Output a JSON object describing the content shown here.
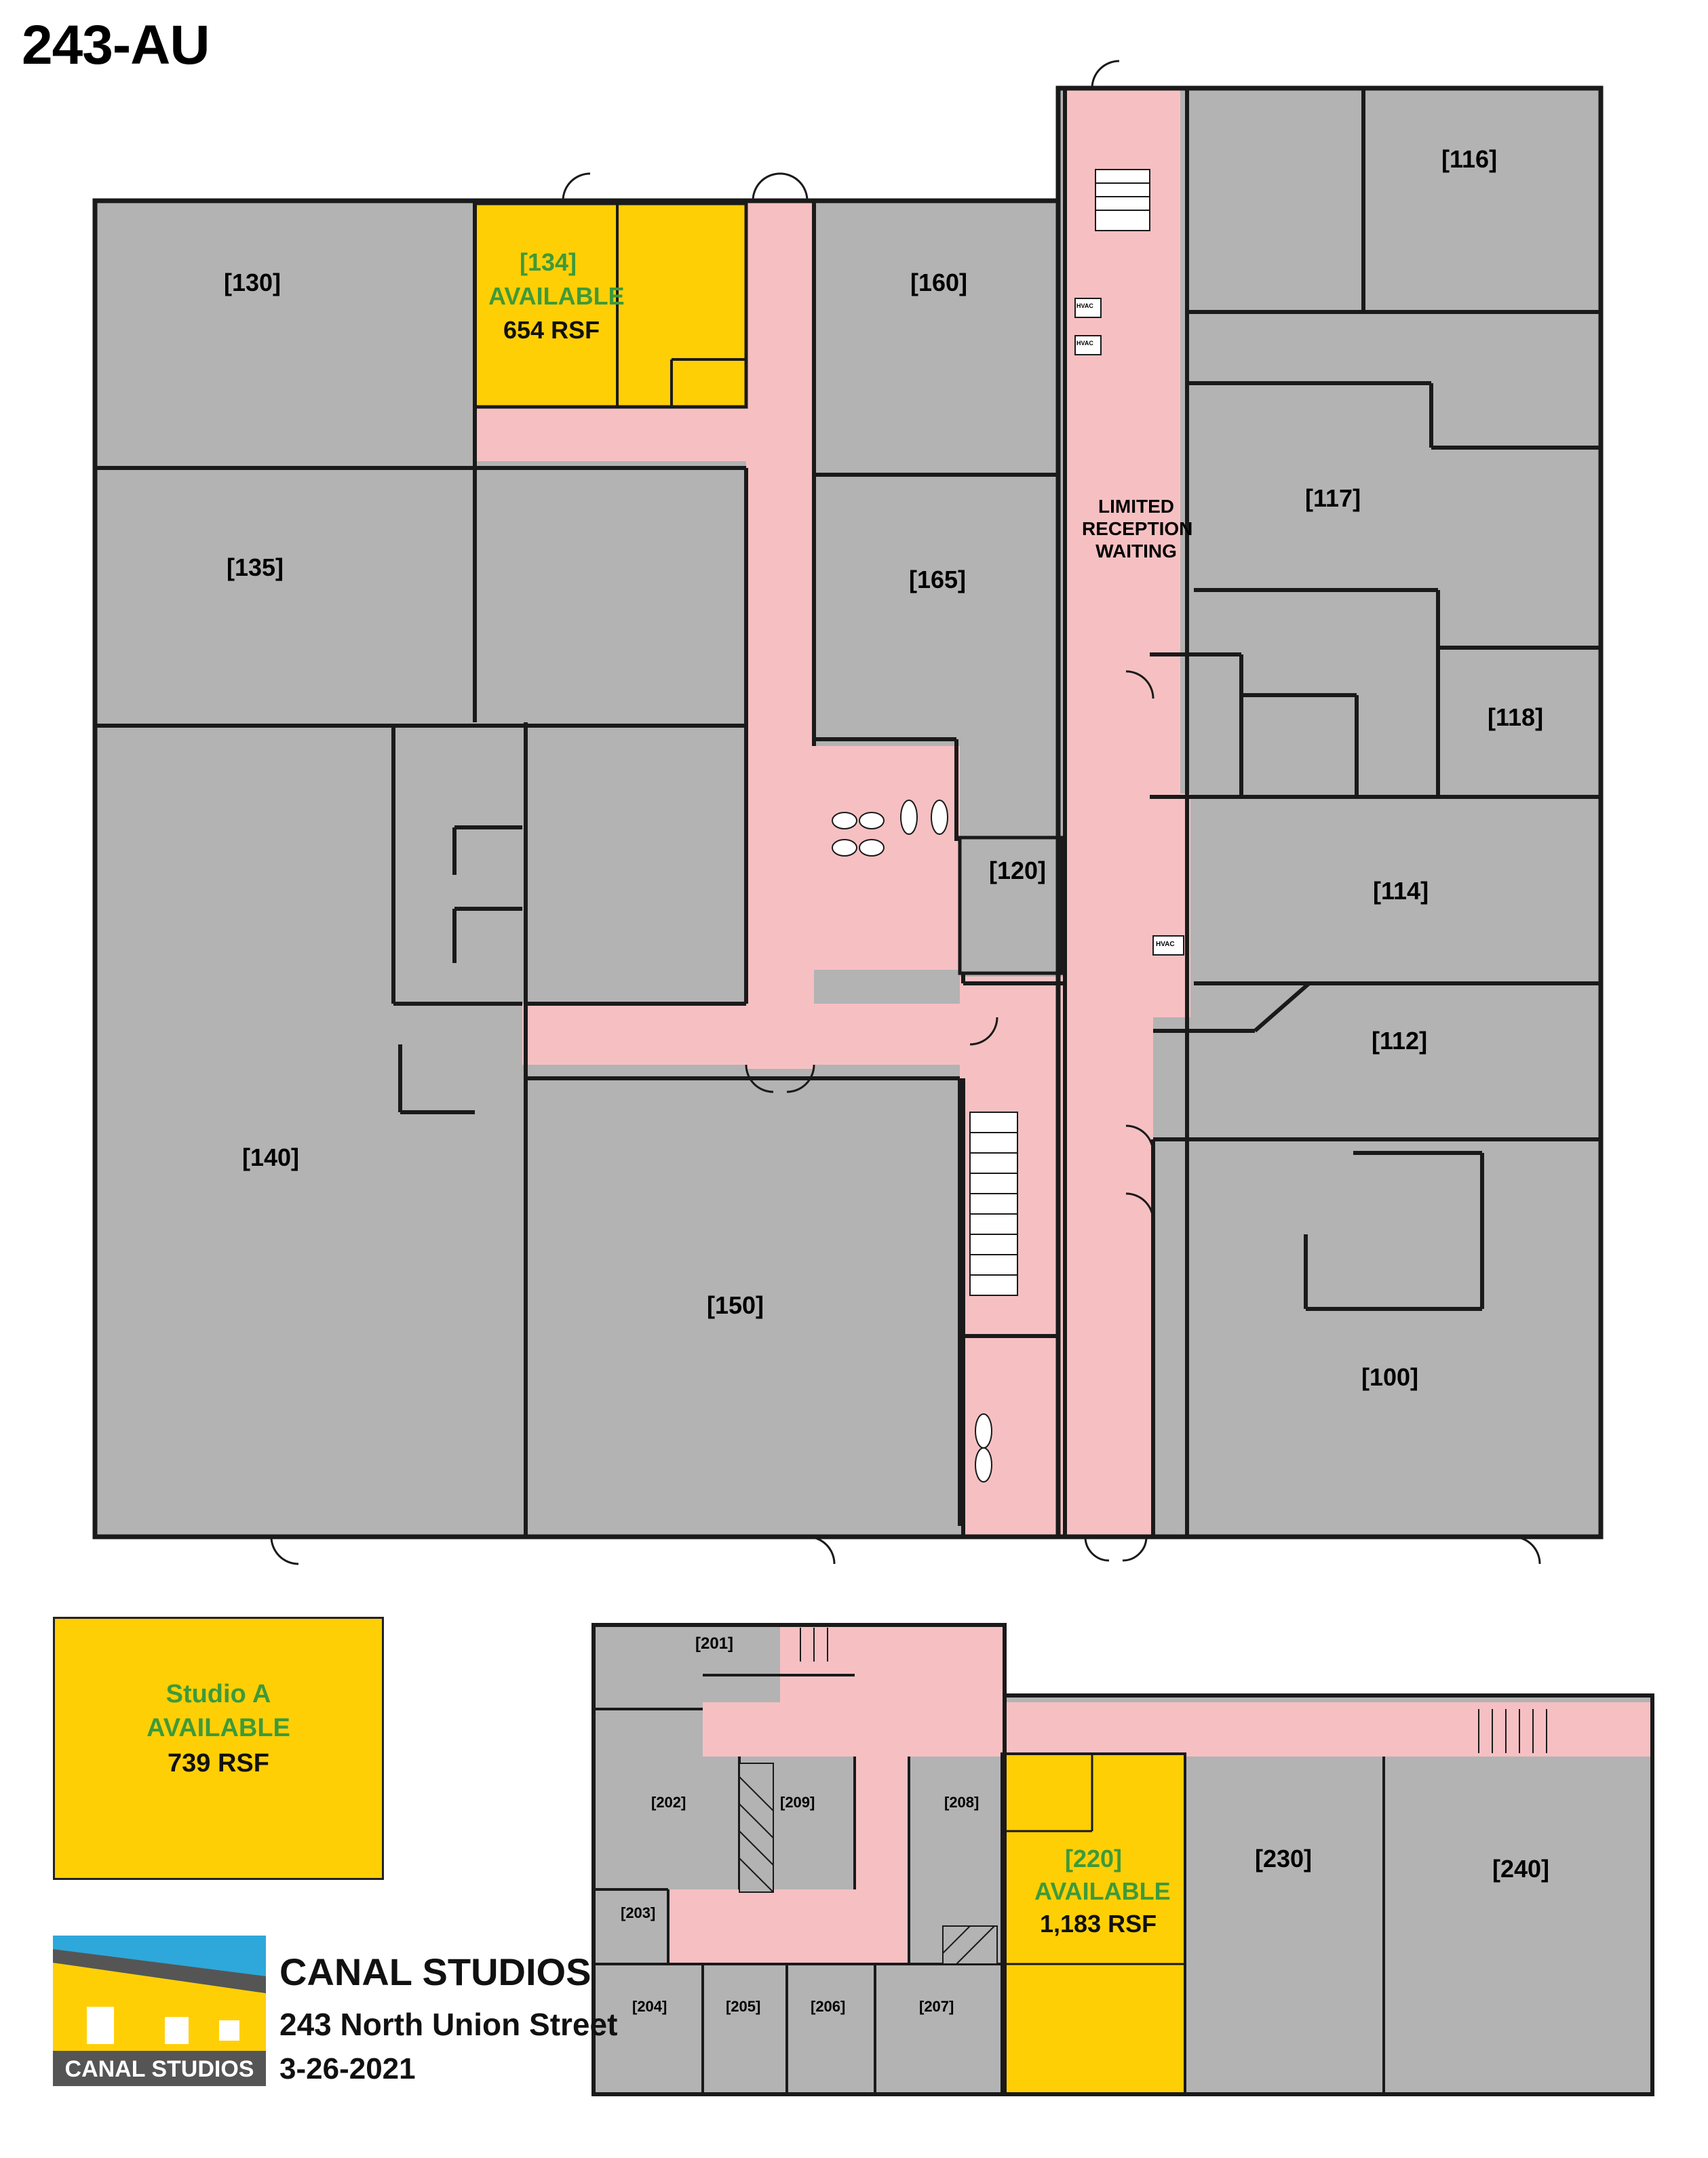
{
  "page": {
    "title": "243-AU"
  },
  "colors": {
    "room_fill": "#B3B3B3",
    "wall": "#1a1a1a",
    "corridor": "#F6C0C2",
    "available": "#FFCF06",
    "available_text": "#3D9A3A",
    "logo_sky": "#2EA8DA",
    "logo_dark": "#555555"
  },
  "ground_floor": {
    "rooms": [
      {
        "id": "r130",
        "label": "[130]"
      },
      {
        "id": "r160",
        "label": "[160]"
      },
      {
        "id": "r116",
        "label": "[116]"
      },
      {
        "id": "r135",
        "label": "[135]"
      },
      {
        "id": "r165",
        "label": "[165]"
      },
      {
        "id": "r117",
        "label": "[117]"
      },
      {
        "id": "r118",
        "label": "[118]"
      },
      {
        "id": "r120",
        "label": "[120]"
      },
      {
        "id": "r114",
        "label": "[114]"
      },
      {
        "id": "r112",
        "label": "[112]"
      },
      {
        "id": "r140",
        "label": "[140]"
      },
      {
        "id": "r150",
        "label": "[150]"
      },
      {
        "id": "r100",
        "label": "[100]"
      }
    ],
    "available_suite": {
      "number": "[134]",
      "status": "AVAILABLE",
      "size": "654 RSF"
    },
    "reception": {
      "line1": "LIMITED",
      "line2": "RECEPTION",
      "line3": "WAITING"
    },
    "hvac_labels": [
      "HVAC",
      "HVAC",
      "HVAC"
    ]
  },
  "studio_a": {
    "name": "Studio A",
    "status": "AVAILABLE",
    "size": "739 RSF"
  },
  "second_floor": {
    "rooms": [
      {
        "id": "r201",
        "label": "[201]"
      },
      {
        "id": "r202",
        "label": "[202]"
      },
      {
        "id": "r209",
        "label": "[209]"
      },
      {
        "id": "r208",
        "label": "[208]"
      },
      {
        "id": "r203",
        "label": "[203]"
      },
      {
        "id": "r204",
        "label": "[204]"
      },
      {
        "id": "r205",
        "label": "[205]"
      },
      {
        "id": "r206",
        "label": "[206]"
      },
      {
        "id": "r207",
        "label": "[207]"
      },
      {
        "id": "r230",
        "label": "[230]"
      },
      {
        "id": "r240",
        "label": "[240]"
      }
    ],
    "available_suite": {
      "number": "[220]",
      "status": "AVAILABLE",
      "size": "1,183 RSF"
    }
  },
  "brand": {
    "name": "CANAL STUDIOS",
    "address": "243 North Union Street",
    "date": "3-26-2021",
    "logo_text": "CANAL STUDIOS"
  }
}
